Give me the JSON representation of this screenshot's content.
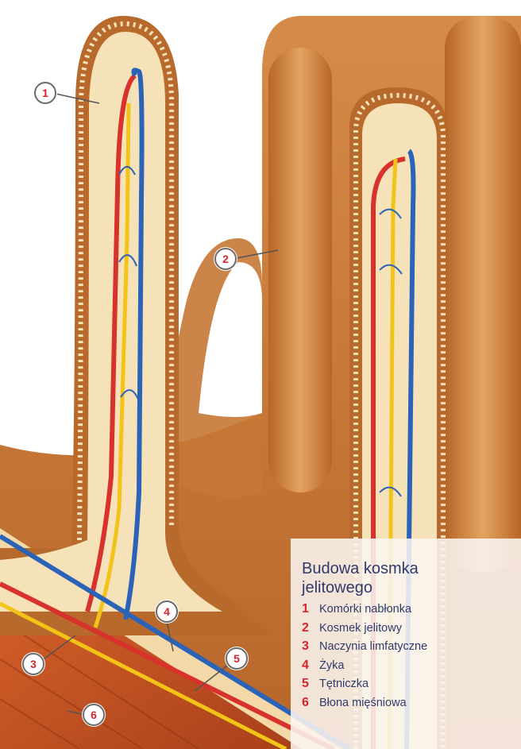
{
  "legend": {
    "title": "Budowa kosmka jelitowego",
    "items": [
      {
        "number": "1",
        "label": "Komórki nabłonka"
      },
      {
        "number": "2",
        "label": "Kosmek jelitowy"
      },
      {
        "number": "3",
        "label": "Naczynia limfatyczne"
      },
      {
        "number": "4",
        "label": "Żyka"
      },
      {
        "number": "5",
        "label": "Tętniczka"
      },
      {
        "number": "6",
        "label": "Błona mięśniowa"
      }
    ]
  },
  "callouts": [
    "1",
    "2",
    "3",
    "4",
    "5",
    "6"
  ],
  "colors": {
    "villus_outer": "#c8793a",
    "villus_inner": "#f6e2b8",
    "epithelium": "#b86a2e",
    "artery": "#d8322d",
    "vein": "#2b63b8",
    "lymph": "#f2c418",
    "muscle": "#c8521e",
    "number_accent": "#d8242b",
    "legend_text": "#2f3a6b"
  }
}
